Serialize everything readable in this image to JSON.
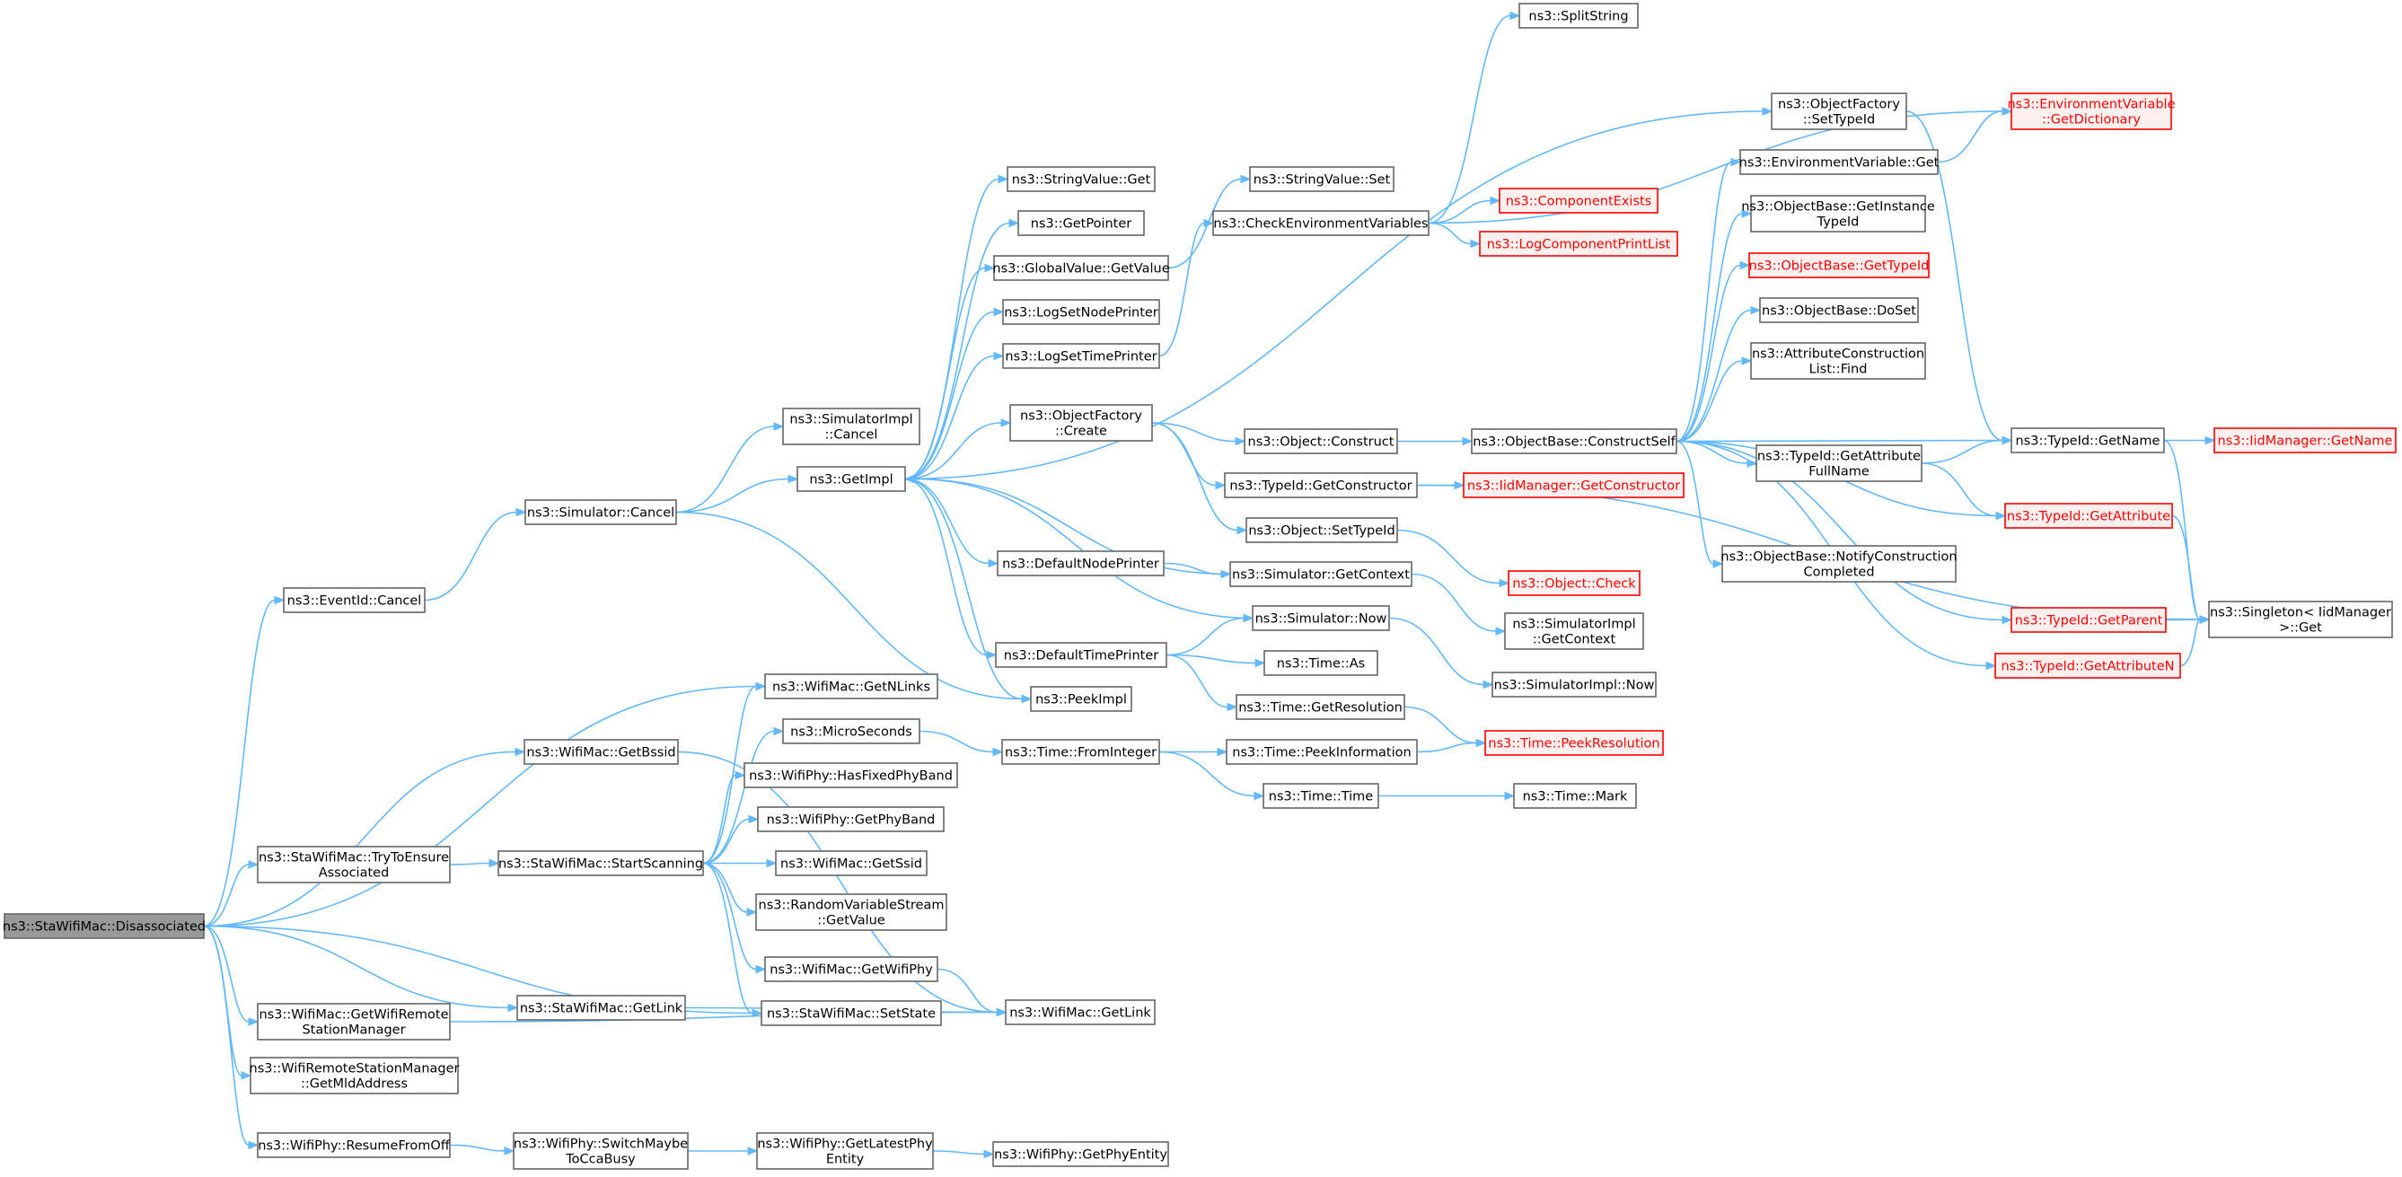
{
  "colors": {
    "edge": "#63b8ff",
    "node_border": "#666666",
    "node_fill": "#ffffff",
    "root_fill": "#999999",
    "alert_border": "#ff0000",
    "alert_fill": "#fff0f0",
    "alert_text": "#ff0000"
  },
  "nodes": [
    {
      "id": "disassociated",
      "lines": [
        "ns3::StaWifiMac::Disassociated"
      ],
      "style": "root"
    },
    {
      "id": "eventid_cancel",
      "lines": [
        "ns3::EventId::Cancel"
      ]
    },
    {
      "id": "wifimac_getbssid",
      "lines": [
        "ns3::WifiMac::GetBssid"
      ]
    },
    {
      "id": "trytoensure",
      "lines": [
        "ns3::StaWifiMac::TryToEnsure",
        "Associated"
      ]
    },
    {
      "id": "getwifiremote",
      "lines": [
        "ns3::WifiMac::GetWifiRemote",
        "StationManager"
      ]
    },
    {
      "id": "getmldaddress",
      "lines": [
        "ns3::WifiRemoteStationManager",
        "::GetMldAddress"
      ]
    },
    {
      "id": "resumefromoff",
      "lines": [
        "ns3::WifiPhy::ResumeFromOff"
      ]
    },
    {
      "id": "simulator_cancel",
      "lines": [
        "ns3::Simulator::Cancel"
      ]
    },
    {
      "id": "stawifimac_getlink",
      "lines": [
        "ns3::StaWifiMac::GetLink"
      ]
    },
    {
      "id": "startscanning",
      "lines": [
        "ns3::StaWifiMac::StartScanning"
      ]
    },
    {
      "id": "switchmaybe",
      "lines": [
        "ns3::WifiPhy::SwitchMaybe",
        "ToCcaBusy"
      ]
    },
    {
      "id": "simimpl_cancel",
      "lines": [
        "ns3::SimulatorImpl",
        "::Cancel"
      ]
    },
    {
      "id": "getimpl",
      "lines": [
        "ns3::GetImpl"
      ]
    },
    {
      "id": "getnlinks",
      "lines": [
        "ns3::WifiMac::GetNLinks"
      ]
    },
    {
      "id": "microseconds",
      "lines": [
        "ns3::MicroSeconds"
      ]
    },
    {
      "id": "hasfixedphyband",
      "lines": [
        "ns3::WifiPhy::HasFixedPhyBand"
      ]
    },
    {
      "id": "getphyband",
      "lines": [
        "ns3::WifiPhy::GetPhyBand"
      ]
    },
    {
      "id": "getssid",
      "lines": [
        "ns3::WifiMac::GetSsid"
      ]
    },
    {
      "id": "rvs_getvalue",
      "lines": [
        "ns3::RandomVariableStream",
        "::GetValue"
      ]
    },
    {
      "id": "getwifiphy",
      "lines": [
        "ns3::WifiMac::GetWifiPhy"
      ]
    },
    {
      "id": "setstate",
      "lines": [
        "ns3::StaWifiMac::SetState"
      ]
    },
    {
      "id": "getlatestphy",
      "lines": [
        "ns3::WifiPhy::GetLatestPhy",
        "Entity"
      ]
    },
    {
      "id": "stringvalue_get",
      "lines": [
        "ns3::StringValue::Get"
      ]
    },
    {
      "id": "getpointer",
      "lines": [
        "ns3::GetPointer"
      ]
    },
    {
      "id": "globalvalue_getvalue",
      "lines": [
        "ns3::GlobalValue::GetValue"
      ]
    },
    {
      "id": "logsetnodeprinter",
      "lines": [
        "ns3::LogSetNodePrinter"
      ]
    },
    {
      "id": "logsettimeprinter",
      "lines": [
        "ns3::LogSetTimePrinter"
      ]
    },
    {
      "id": "objectfactory_create",
      "lines": [
        "ns3::ObjectFactory",
        "::Create"
      ]
    },
    {
      "id": "defaultnodeprinter",
      "lines": [
        "ns3::DefaultNodePrinter"
      ]
    },
    {
      "id": "defaulttimeprinter",
      "lines": [
        "ns3::DefaultTimePrinter"
      ]
    },
    {
      "id": "peekimpl",
      "lines": [
        "ns3::PeekImpl"
      ]
    },
    {
      "id": "time_frominteger",
      "lines": [
        "ns3::Time::FromInteger"
      ]
    },
    {
      "id": "wifimac_getlink",
      "lines": [
        "ns3::WifiMac::GetLink"
      ]
    },
    {
      "id": "getphyentity",
      "lines": [
        "ns3::WifiPhy::GetPhyEntity"
      ]
    },
    {
      "id": "stringvalue_set",
      "lines": [
        "ns3::StringValue::Set"
      ]
    },
    {
      "id": "checkenvvars",
      "lines": [
        "ns3::CheckEnvironmentVariables"
      ]
    },
    {
      "id": "object_construct",
      "lines": [
        "ns3::Object::Construct"
      ]
    },
    {
      "id": "typeid_getconstructor",
      "lines": [
        "ns3::TypeId::GetConstructor"
      ]
    },
    {
      "id": "object_settypeid",
      "lines": [
        "ns3::Object::SetTypeId"
      ]
    },
    {
      "id": "simulator_getcontext",
      "lines": [
        "ns3::Simulator::GetContext"
      ]
    },
    {
      "id": "simulator_now",
      "lines": [
        "ns3::Simulator::Now"
      ]
    },
    {
      "id": "time_as",
      "lines": [
        "ns3::Time::As"
      ]
    },
    {
      "id": "time_getresolution",
      "lines": [
        "ns3::Time::GetResolution"
      ]
    },
    {
      "id": "time_peekinformation",
      "lines": [
        "ns3::Time::PeekInformation"
      ]
    },
    {
      "id": "time_time",
      "lines": [
        "ns3::Time::Time"
      ]
    },
    {
      "id": "splitstring",
      "lines": [
        "ns3::SplitString"
      ]
    },
    {
      "id": "componentexists",
      "lines": [
        "ns3::ComponentExists"
      ],
      "style": "alert"
    },
    {
      "id": "logcomponentprintlist",
      "lines": [
        "ns3::LogComponentPrintList"
      ],
      "style": "alert"
    },
    {
      "id": "constructself",
      "lines": [
        "ns3::ObjectBase::ConstructSelf"
      ]
    },
    {
      "id": "iidmanager_getconstructor",
      "lines": [
        "ns3::IidManager::GetConstructor"
      ],
      "style": "alert"
    },
    {
      "id": "object_check",
      "lines": [
        "ns3::Object::Check"
      ],
      "style": "alert"
    },
    {
      "id": "simimpl_getcontext",
      "lines": [
        "ns3::SimulatorImpl",
        "::GetContext"
      ]
    },
    {
      "id": "simimpl_now",
      "lines": [
        "ns3::SimulatorImpl::Now"
      ]
    },
    {
      "id": "time_peekresolution",
      "lines": [
        "ns3::Time::PeekResolution"
      ],
      "style": "alert"
    },
    {
      "id": "time_mark",
      "lines": [
        "ns3::Time::Mark"
      ]
    },
    {
      "id": "objectfactory_settypeid",
      "lines": [
        "ns3::ObjectFactory",
        "::SetTypeId"
      ]
    },
    {
      "id": "envvar_get",
      "lines": [
        "ns3::EnvironmentVariable::Get"
      ]
    },
    {
      "id": "getinstancetypeid",
      "lines": [
        "ns3::ObjectBase::GetInstance",
        "TypeId"
      ]
    },
    {
      "id": "objectbase_gettypeid",
      "lines": [
        "ns3::ObjectBase::GetTypeId"
      ],
      "style": "alert"
    },
    {
      "id": "objectbase_doset",
      "lines": [
        "ns3::ObjectBase::DoSet"
      ]
    },
    {
      "id": "attrconstruction_find",
      "lines": [
        "ns3::AttributeConstruction",
        "List::Find"
      ]
    },
    {
      "id": "getattributefullname",
      "lines": [
        "ns3::TypeId::GetAttribute",
        "FullName"
      ]
    },
    {
      "id": "notifyconstruction",
      "lines": [
        "ns3::ObjectBase::NotifyConstruction",
        "Completed"
      ]
    },
    {
      "id": "envvar_getdictionary",
      "lines": [
        "ns3::EnvironmentVariable",
        "::GetDictionary"
      ],
      "style": "alert"
    },
    {
      "id": "typeid_getname",
      "lines": [
        "ns3::TypeId::GetName"
      ]
    },
    {
      "id": "typeid_getattribute",
      "lines": [
        "ns3::TypeId::GetAttribute"
      ],
      "style": "alert"
    },
    {
      "id": "typeid_getparent",
      "lines": [
        "ns3::TypeId::GetParent"
      ],
      "style": "alert"
    },
    {
      "id": "typeid_getattributen",
      "lines": [
        "ns3::TypeId::GetAttributeN"
      ],
      "style": "alert"
    },
    {
      "id": "iidmanager_getname",
      "lines": [
        "ns3::IidManager::GetName"
      ],
      "style": "alert"
    },
    {
      "id": "singleton_get",
      "lines": [
        "ns3::Singleton< IidManager",
        ">::Get"
      ]
    }
  ],
  "edges": [
    [
      "disassociated",
      "eventid_cancel"
    ],
    [
      "disassociated",
      "wifimac_getbssid"
    ],
    [
      "disassociated",
      "trytoensure"
    ],
    [
      "disassociated",
      "getwifiremote"
    ],
    [
      "disassociated",
      "getmldaddress"
    ],
    [
      "disassociated",
      "resumefromoff"
    ],
    [
      "disassociated",
      "stawifimac_getlink"
    ],
    [
      "disassociated",
      "getnlinks"
    ],
    [
      "disassociated",
      "setstate"
    ],
    [
      "eventid_cancel",
      "simulator_cancel"
    ],
    [
      "simulator_cancel",
      "simimpl_cancel"
    ],
    [
      "simulator_cancel",
      "getimpl"
    ],
    [
      "simulator_cancel",
      "peekimpl"
    ],
    [
      "wifimac_getbssid",
      "wifimac_getlink"
    ],
    [
      "trytoensure",
      "startscanning"
    ],
    [
      "getwifiremote",
      "wifimac_getlink"
    ],
    [
      "resumefromoff",
      "switchmaybe"
    ],
    [
      "stawifimac_getlink",
      "wifimac_getlink"
    ],
    [
      "startscanning",
      "getnlinks"
    ],
    [
      "startscanning",
      "microseconds"
    ],
    [
      "startscanning",
      "hasfixedphyband"
    ],
    [
      "startscanning",
      "getphyband"
    ],
    [
      "startscanning",
      "getssid"
    ],
    [
      "startscanning",
      "rvs_getvalue"
    ],
    [
      "startscanning",
      "getwifiphy"
    ],
    [
      "startscanning",
      "setstate"
    ],
    [
      "switchmaybe",
      "getlatestphy"
    ],
    [
      "getlatestphy",
      "getphyentity"
    ],
    [
      "getwifiphy",
      "wifimac_getlink"
    ],
    [
      "microseconds",
      "time_frominteger"
    ],
    [
      "getimpl",
      "stringvalue_get"
    ],
    [
      "getimpl",
      "getpointer"
    ],
    [
      "getimpl",
      "globalvalue_getvalue"
    ],
    [
      "getimpl",
      "logsetnodeprinter"
    ],
    [
      "getimpl",
      "logsettimeprinter"
    ],
    [
      "getimpl",
      "objectfactory_create"
    ],
    [
      "getimpl",
      "defaultnodeprinter"
    ],
    [
      "getimpl",
      "defaulttimeprinter"
    ],
    [
      "getimpl",
      "peekimpl"
    ],
    [
      "getimpl",
      "objectfactory_settypeid"
    ],
    [
      "globalvalue_getvalue",
      "stringvalue_set"
    ],
    [
      "logsettimeprinter",
      "checkenvvars"
    ],
    [
      "objectfactory_create",
      "object_construct"
    ],
    [
      "objectfactory_create",
      "typeid_getconstructor"
    ],
    [
      "objectfactory_create",
      "object_settypeid"
    ],
    [
      "defaultnodeprinter",
      "simulator_getcontext"
    ],
    [
      "defaulttimeprinter",
      "simulator_now"
    ],
    [
      "defaulttimeprinter",
      "time_as"
    ],
    [
      "defaulttimeprinter",
      "time_getresolution"
    ],
    [
      "simulator_getcontext",
      "getimpl"
    ],
    [
      "simulator_now",
      "getimpl"
    ],
    [
      "simulator_getcontext",
      "simimpl_getcontext"
    ],
    [
      "simulator_now",
      "simimpl_now"
    ],
    [
      "time_frominteger",
      "time_peekinformation"
    ],
    [
      "time_frominteger",
      "time_time"
    ],
    [
      "time_getresolution",
      "time_peekresolution"
    ],
    [
      "time_peekinformation",
      "time_peekresolution"
    ],
    [
      "time_time",
      "time_mark"
    ],
    [
      "checkenvvars",
      "splitstring"
    ],
    [
      "checkenvvars",
      "componentexists"
    ],
    [
      "checkenvvars",
      "logcomponentprintlist"
    ],
    [
      "checkenvvars",
      "envvar_getdictionary"
    ],
    [
      "object_construct",
      "constructself"
    ],
    [
      "typeid_getconstructor",
      "iidmanager_getconstructor"
    ],
    [
      "typeid_getconstructor",
      "singleton_get"
    ],
    [
      "object_settypeid",
      "object_check"
    ],
    [
      "constructself",
      "envvar_get"
    ],
    [
      "constructself",
      "getinstancetypeid"
    ],
    [
      "constructself",
      "objectbase_gettypeid"
    ],
    [
      "constructself",
      "objectbase_doset"
    ],
    [
      "constructself",
      "attrconstruction_find"
    ],
    [
      "constructself",
      "getattributefullname"
    ],
    [
      "constructself",
      "notifyconstruction"
    ],
    [
      "constructself",
      "typeid_getname"
    ],
    [
      "constructself",
      "typeid_getattribute"
    ],
    [
      "constructself",
      "typeid_getparent"
    ],
    [
      "constructself",
      "typeid_getattributen"
    ],
    [
      "envvar_get",
      "envvar_getdictionary"
    ],
    [
      "objectfactory_settypeid",
      "typeid_getname"
    ],
    [
      "getattributefullname",
      "typeid_getname"
    ],
    [
      "getattributefullname",
      "typeid_getattribute"
    ],
    [
      "typeid_getname",
      "iidmanager_getname"
    ],
    [
      "typeid_getname",
      "singleton_get"
    ],
    [
      "typeid_getattribute",
      "singleton_get"
    ],
    [
      "typeid_getparent",
      "singleton_get"
    ],
    [
      "typeid_getattributen",
      "singleton_get"
    ]
  ]
}
